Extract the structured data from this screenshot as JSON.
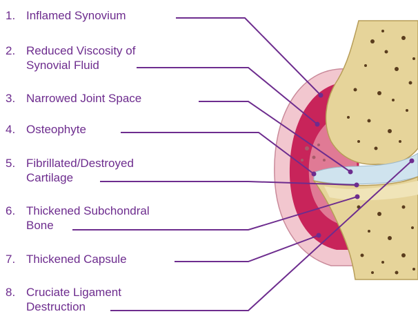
{
  "labels": [
    {
      "number": "1.",
      "line1": "Inflamed Synovium",
      "line2": ""
    },
    {
      "number": "2.",
      "line1": "Reduced Viscosity of",
      "line2": "Synovial Fluid"
    },
    {
      "number": "3.",
      "line1": "Narrowed Joint Space",
      "line2": ""
    },
    {
      "number": "4.",
      "line1": "Osteophyte",
      "line2": ""
    },
    {
      "number": "5.",
      "line1": "Fibrillated/Destroyed",
      "line2": "Cartilage"
    },
    {
      "number": "6.",
      "line1": "Thickened Subchondral",
      "line2": "Bone"
    },
    {
      "number": "7.",
      "line1": "Thickened Capsule",
      "line2": ""
    },
    {
      "number": "8.",
      "line1": "Cruciate Ligament",
      "line2": "Destruction"
    }
  ],
  "colors": {
    "label_text": "#6d2c8e",
    "leader_line": "#6d2c8e",
    "bone": "#e6d49a",
    "bone_pores": "#5a3d1e",
    "synovium": "#c8245a",
    "capsule": "#f2c7cf",
    "cartilage": "#cfe3ee"
  }
}
